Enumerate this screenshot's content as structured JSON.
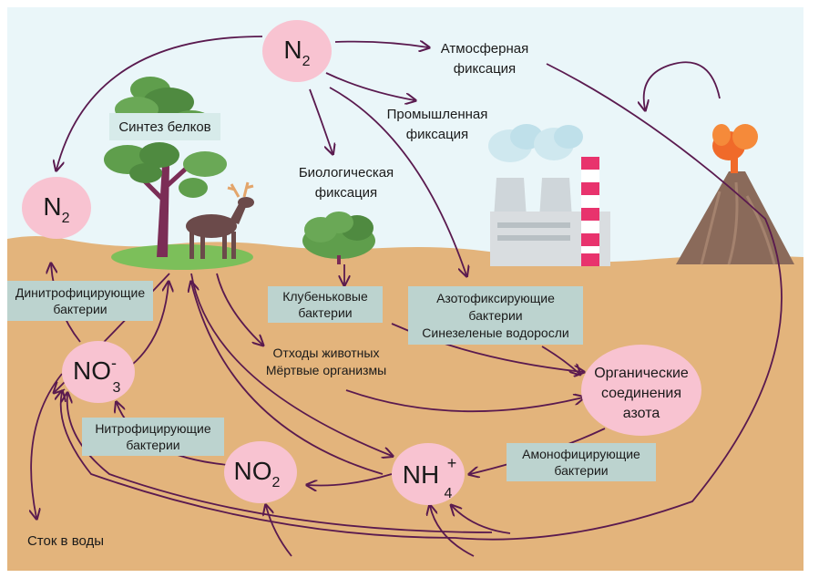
{
  "molecules": {
    "n2_top": "N",
    "n2_top_sub": "2",
    "n2_left": "N",
    "n2_left_sub": "2",
    "no3": "NO",
    "no3_sub": "3",
    "no3_sup": "-",
    "no2": "NO",
    "no2_sub": "2",
    "nh4": "NH",
    "nh4_sub": "4",
    "nh4_sup": "+"
  },
  "organic": [
    "Органические",
    "соединения",
    "азота"
  ],
  "labels": {
    "atm": [
      "Атмосферная",
      "фиксация"
    ],
    "ind": [
      "Промышленная",
      "фиксация"
    ],
    "bio": [
      "Биологическая",
      "фиксация"
    ],
    "protein": "Синтез белков",
    "nodule": [
      "Клубеньковые",
      "бактерии"
    ],
    "azoto": [
      "Азотофиксирующие",
      "бактерии",
      "Синезеленые водоросли"
    ],
    "waste": [
      "Отходы животных",
      "Мёртвые организмы"
    ],
    "denit": [
      "Динитрофицирующие",
      "бактерии"
    ],
    "nitrif": [
      "Нитрофицирующие",
      "бактерии"
    ],
    "ammon": [
      "Амонофицирующие",
      "бактерии"
    ],
    "runoff": "Сток в воды"
  },
  "colors": {
    "sky": "#eaf6f9",
    "soil": "#e3b47c",
    "pink": "#f8c3d1",
    "box": "#bcd3cf",
    "arrow": "#5a1a4f",
    "grass": "#7cbf5a",
    "tree_trunk": "#7b2d56",
    "tree_leaf": "#5f9e4c",
    "factory": "#d9dde0",
    "stack": "#e8336d",
    "volcano": "#8a6a5a",
    "lava": "#f06a2a"
  }
}
